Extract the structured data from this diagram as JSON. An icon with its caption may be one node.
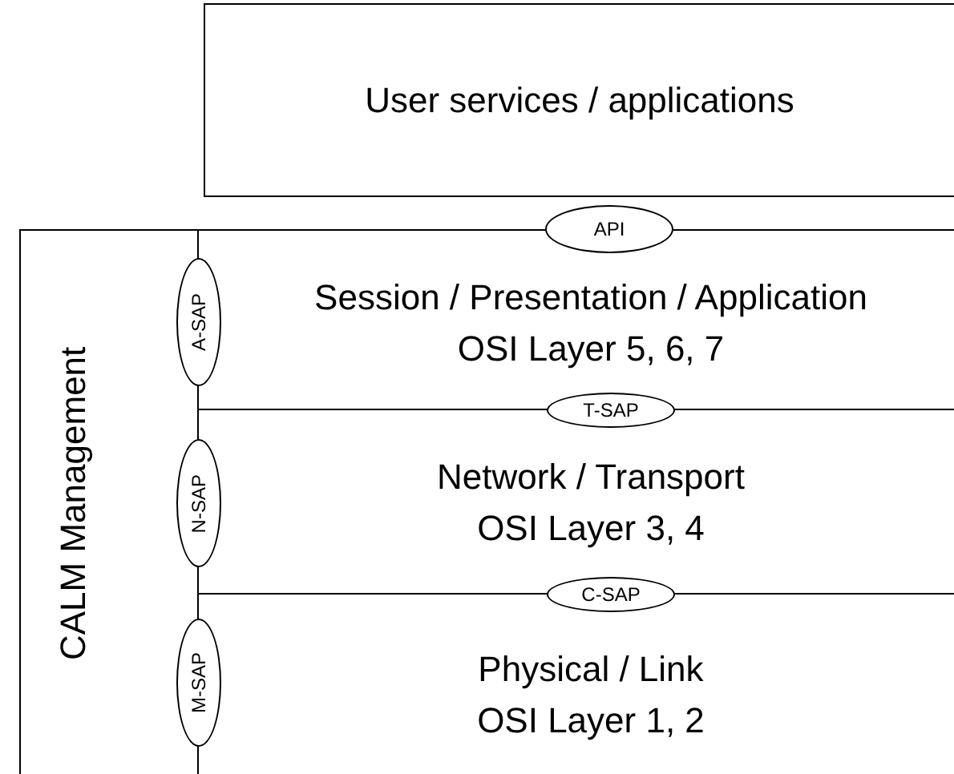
{
  "diagram": {
    "nodes": [
      {
        "text": [
          "User services / applications"
        ]
      },
      {
        "text": [
          "CALM Management"
        ]
      },
      {
        "text": [
          "Session / Presentation / Application",
          "OSI Layer 5, 6, 7"
        ],
        "in": 1
      },
      {
        "text": [
          "Network / Transport",
          "OSI Layer 3, 4"
        ],
        "in": 1
      },
      {
        "text": [
          "Physical / Link",
          "OSI Layer 1, 2"
        ],
        "in": 1
      },
      {
        "text": [
          "API"
        ]
      },
      {
        "text": [
          "A-SAP"
        ],
        "in": 1
      },
      {
        "text": [
          "T-SAP"
        ],
        "in": 1
      },
      {
        "text": [
          "N-SAP"
        ],
        "in": 1
      },
      {
        "text": [
          "C-SAP"
        ],
        "in": 1
      },
      {
        "text": [
          "M-SAP"
        ],
        "in": 1
      }
    ]
  }
}
